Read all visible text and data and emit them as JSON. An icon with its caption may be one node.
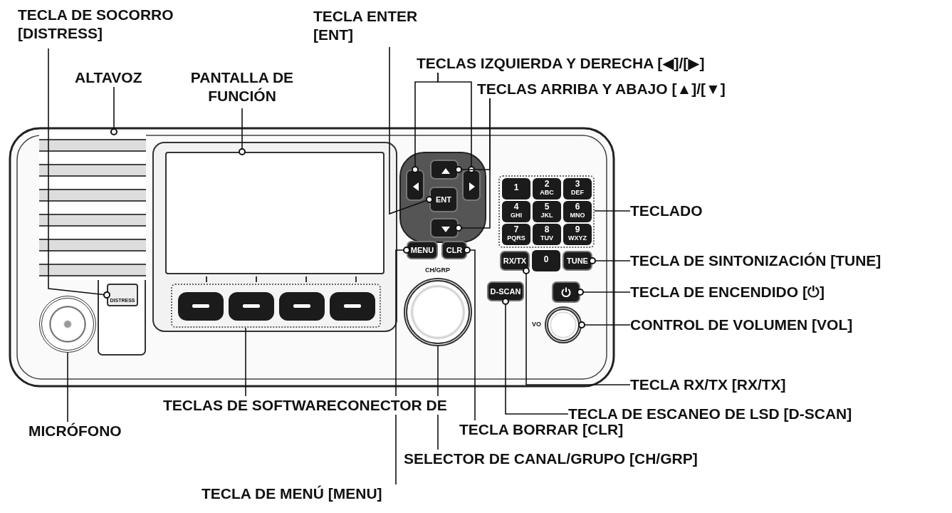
{
  "diagram": {
    "nodes": [
      {
        "text": [
          "TECLA DE SOCORRO [DISTRESS]"
        ]
      },
      {
        "text": [
          "TECLA ENTER [ENT]"
        ]
      },
      {
        "text": [
          "TECLAS IZQUIERDA Y DERECHA [◀]/[▶]"
        ]
      },
      {
        "text": [
          "ALTAVOZ"
        ]
      },
      {
        "text": [
          "PANTALLA DE FUNCIÓN"
        ]
      },
      {
        "text": [
          "TECLAS ARRIBA Y ABAJO [▲]/[▼]"
        ]
      },
      {
        "text": [
          "TECLADO"
        ]
      },
      {
        "text": [
          "TECLA DE SINTONIZACIÓN [TUNE]"
        ]
      },
      {
        "text": [
          "TECLA DE ENCENDIDO [⏻]"
        ]
      },
      {
        "text": [
          "CONTROL DE VOLUMEN [VOL]"
        ]
      },
      {
        "text": [
          "TECLA RX/TX [RX/TX]"
        ]
      },
      {
        "text": [
          "TECLAS DE SOFTWARE"
        ]
      },
      {
        "text": [
          "CONECTOR DE"
        ]
      },
      {
        "text": [
          "TECLA DE ESCANEO DE LSD [D-SCAN]"
        ]
      },
      {
        "text": [
          "MICRÓFONO"
        ]
      },
      {
        "text": [
          "TECLA BORRAR [CLR]"
        ]
      },
      {
        "text": [
          "SELECTOR DE CANAL/GRUPO [CH/GRP]"
        ]
      },
      {
        "text": [
          "TECLA DE MENÚ [MENU]"
        ]
      },
      {
        "text": [
          "DISTRESS"
        ]
      },
      {
        "text": [
          "ENT"
        ]
      },
      {
        "text": [],
        "shape": "box"
      },
      {
        "text": [],
        "shape": "box"
      },
      {
        "text": [],
        "shape": "box"
      },
      {
        "text": [],
        "shape": "box"
      },
      {
        "text": [],
        "shape": "box"
      },
      {
        "text": [],
        "shape": "box"
      },
      {
        "text": [],
        "shape": "box"
      },
      {
        "text": [
          "TUNE"
        ]
      },
      {
        "text": [],
        "shape": "box"
      },
      {
        "text": [],
        "shape": "circle"
      },
      {
        "text": [
          "RX/TX"
        ]
      },
      {
        "text": [],
        "shape": "box"
      },
      {
        "text": [
          "D-SCAN"
        ]
      },
      {
        "text": [],
        "shape": "circle"
      },
      {
        "text": [
          "CLR"
        ]
      },
      {
        "text": [],
        "shape": "circle"
      },
      {
        "text": [
          "MENU"
        ]
      }
    ],
    "edges": [
      {
        "from": 0,
        "to": 18,
        "arrow": "other"
      },
      {
        "from": 1,
        "to": 19,
        "arrow": "other"
      },
      {
        "from": 2,
        "to": 23,
        "arrow": "other"
      },
      {
        "from": 2,
        "to": 26,
        "arrow": "other"
      },
      {
        "from": 3,
        "to": 20,
        "arrow": "other"
      },
      {
        "from": 4,
        "to": 21,
        "arrow": "other"
      },
      {
        "from": 5,
        "to": 24,
        "arrow": "other"
      },
      {
        "from": 5,
        "to": 25,
        "arrow": "other"
      },
      {
        "from": 6,
        "to": 28,
        "arrow": "none"
      },
      {
        "from": 7,
        "to": 27,
        "arrow": "other"
      },
      {
        "from": 8,
        "to": 31,
        "arrow": "other"
      },
      {
        "from": 9,
        "to": 35,
        "arrow": "other"
      },
      {
        "from": 10,
        "to": 30,
        "arrow": "other"
      },
      {
        "from": 11,
        "to": 22,
        "arrow": "none"
      },
      {
        "from": 13,
        "to": 32,
        "arrow": "other"
      },
      {
        "from": 14,
        "to": 29,
        "arrow": "none"
      },
      {
        "from": 15,
        "to": 34,
        "arrow": "other"
      },
      {
        "from": 16,
        "to": 33,
        "arrow": "none"
      },
      {
        "from": 17,
        "to": 36,
        "arrow": "other"
      }
    ],
    "labels": [
      "1",
      "2",
      "ABC",
      "3",
      "DEF",
      "4",
      "GHI",
      "5",
      "JKL",
      "6",
      "MNO",
      "7",
      "PQRS",
      "8",
      "TUV",
      "9",
      "WXYZ",
      "0",
      "CH/GRP",
      "VO"
    ]
  }
}
